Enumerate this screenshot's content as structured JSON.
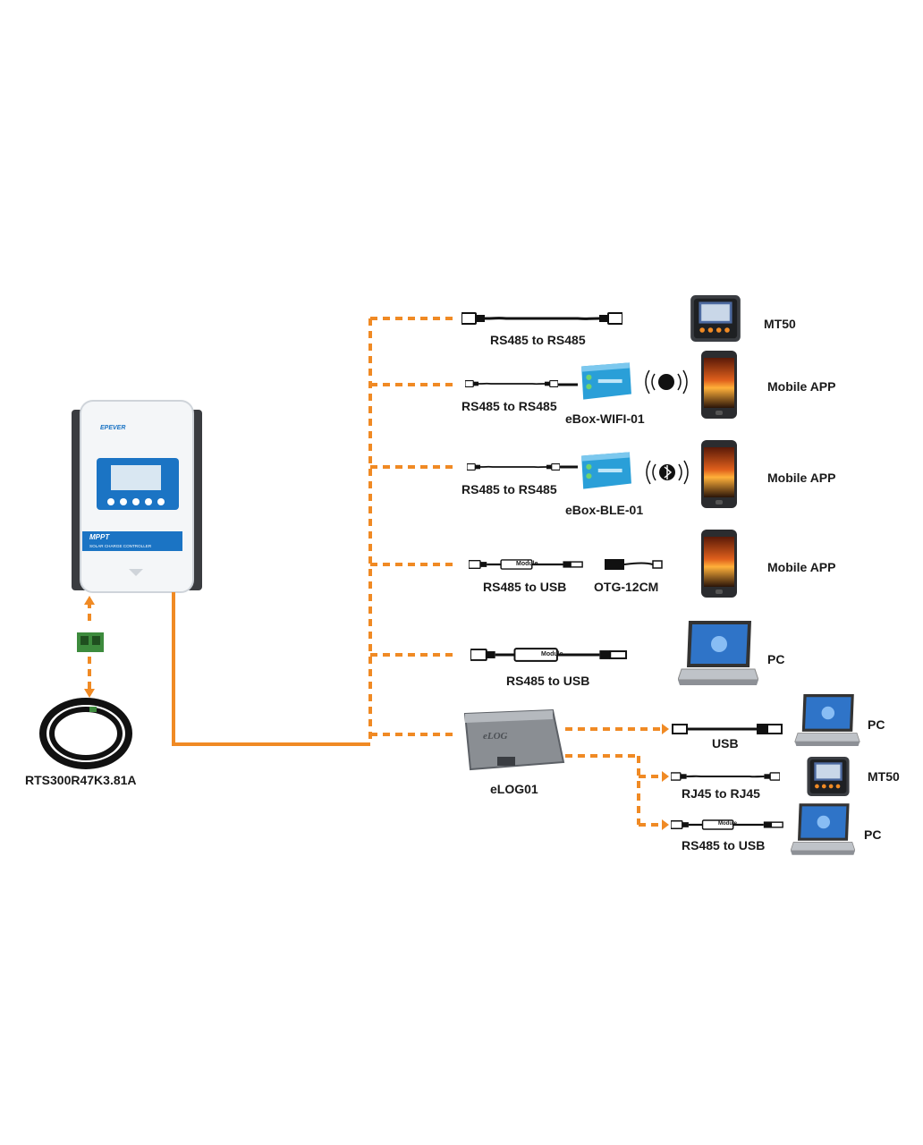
{
  "controller": {
    "brand": "EPEVER",
    "model_badge": "MPPT",
    "subtitle": "SOLAR CHARGE CONTROLLER"
  },
  "sensor": {
    "label": "RTS300R47K3.81A"
  },
  "links": [
    {
      "cable": "RS485 to RS485",
      "device": "MT50"
    },
    {
      "cable": "RS485 to RS485",
      "adapter": "eBox-WIFI-01",
      "device": "Mobile APP"
    },
    {
      "cable": "RS485 to RS485",
      "adapter": "eBox-BLE-01",
      "device": "Mobile APP"
    },
    {
      "cable": "RS485 to USB",
      "adapter": "OTG-12CM",
      "device": "Mobile APP"
    },
    {
      "cable": "RS485 to USB",
      "device": "PC"
    }
  ],
  "logger": {
    "name": "eLOG01",
    "outputs": [
      {
        "cable": "USB",
        "device": "PC"
      },
      {
        "cable": "RJ45 to RJ45",
        "device": "MT50"
      },
      {
        "cable": "RS485 to USB",
        "device": "PC"
      }
    ]
  },
  "module_tag": "Module",
  "colors": {
    "link_orange": "#f08a24",
    "controller_blue": "#1b74c4",
    "device_grey": "#3a3d42"
  }
}
